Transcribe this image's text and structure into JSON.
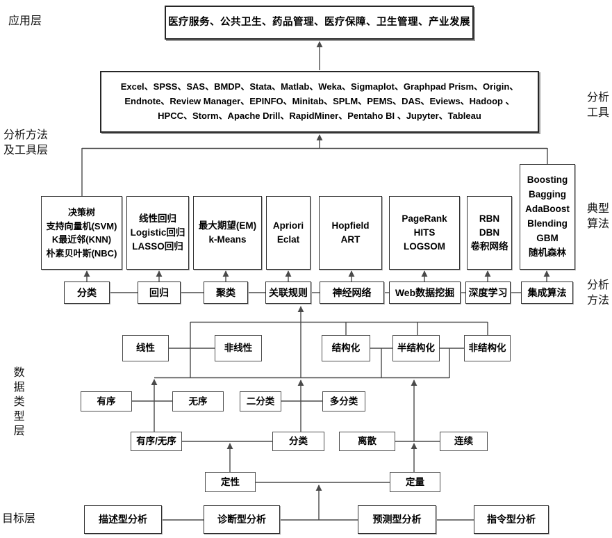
{
  "page": {
    "background": "#ffffff",
    "line_color": "#4a4a4a"
  },
  "labels": {
    "application_layer": "应用层",
    "method_tool_layer": "分析方法及工具层",
    "data_type_layer": "数据类型层",
    "goal_layer": "目标层",
    "analysis_tools": "分析工具",
    "typical_algorithms": "典型算法",
    "analysis_methods": "分析方法"
  },
  "application_box": {
    "text": "医疗服务、公共卫生、药品管理、医疗保障、卫生管理、产业发展"
  },
  "tools_box": {
    "text": "Excel、SPSS、SAS、BMDP、Stata、Matlab、Weka、Sigmaplot、Graphpad Prism、Origin、\nEndnote、Review Manager、EPINFO、Minitab、SPLM、PEMS、DAS、Eviews、Hadoop 、\nHPCC、Storm、Apache Drill、RapidMiner、Pentaho BI 、Jupyter、Tableau"
  },
  "algorithms": [
    {
      "text": "决策树\n支持向量机(SVM)\nK最近邻(KNN)\n朴素贝叶斯(NBC)"
    },
    {
      "text": "线性回归\nLogistic回归\nLASSO回归"
    },
    {
      "text": "最大期望(EM)\nk-Means"
    },
    {
      "text": "Apriori\nEclat"
    },
    {
      "text": "Hopfield\nART"
    },
    {
      "text": "PageRank\nHITS\nLOGSOM"
    },
    {
      "text": "RBN\nDBN\n卷积网络"
    },
    {
      "text": "Boosting\nBagging\nAdaBoost\nBlending\nGBM\n随机森林"
    }
  ],
  "methods": [
    "分类",
    "回归",
    "聚类",
    "关联规则",
    "神经网络",
    "Web数据挖掘",
    "深度学习",
    "集成算法"
  ],
  "data_type_row1": [
    "线性",
    "非线性",
    "结构化",
    "半结构化",
    "非结构化"
  ],
  "data_type_row2": [
    "有序",
    "无序",
    "二分类",
    "多分类"
  ],
  "data_type_row3": [
    "有序/无序",
    "分类",
    "离散",
    "连续"
  ],
  "data_type_row4": [
    "定性",
    "定量"
  ],
  "goals": [
    "描述型分析",
    "诊断型分析",
    "预测型分析",
    "指令型分析"
  ]
}
